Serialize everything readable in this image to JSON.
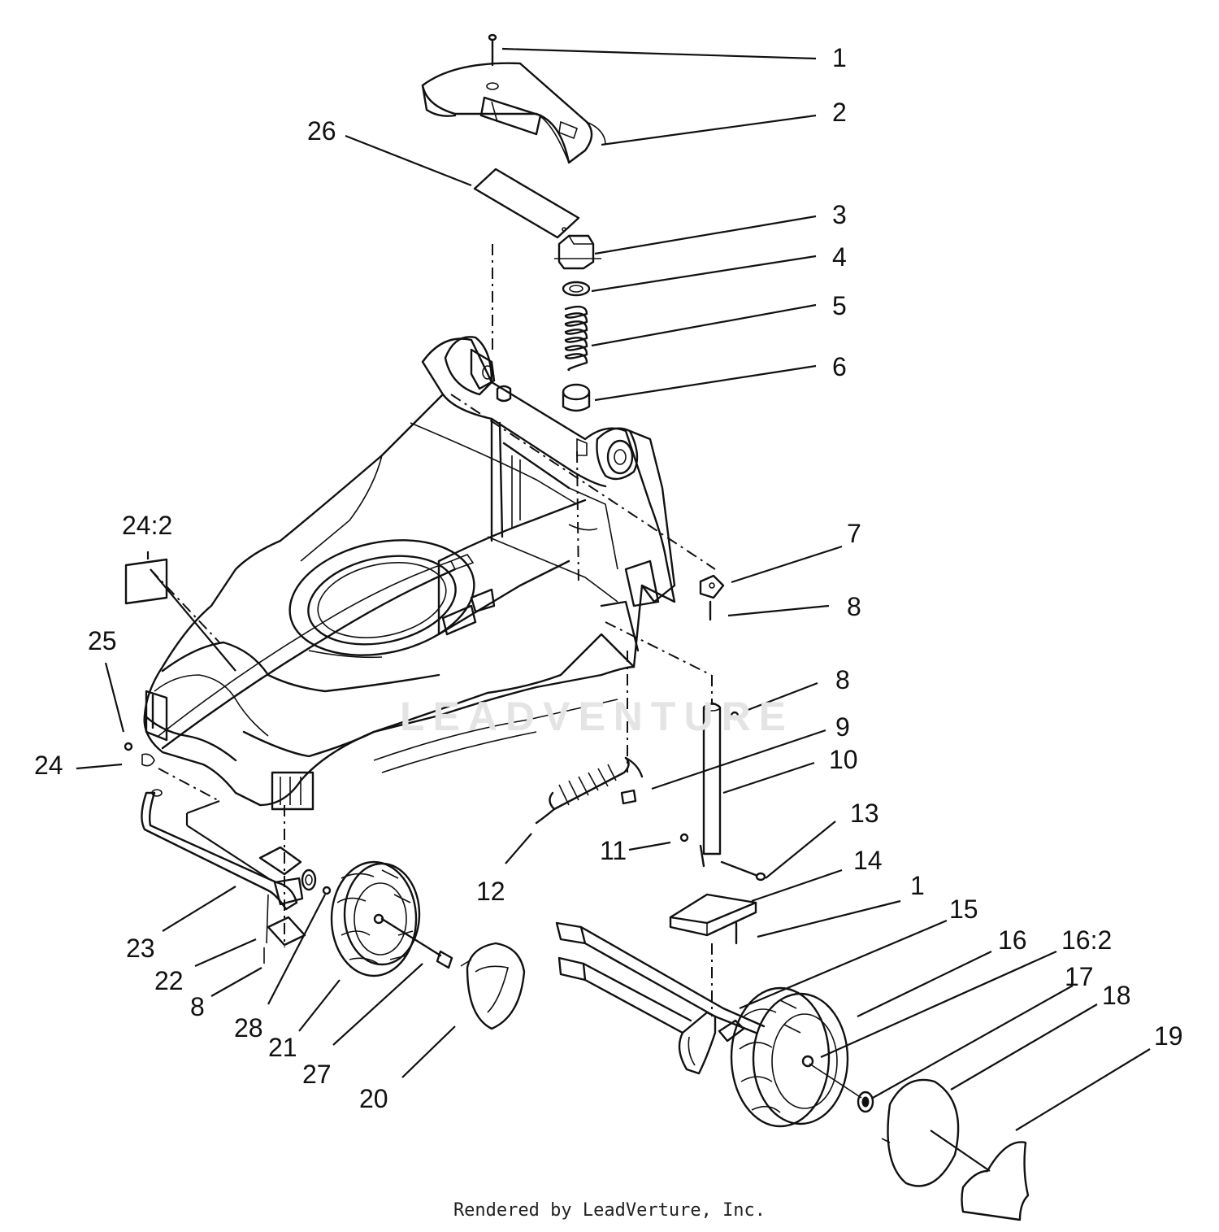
{
  "diagram": {
    "callouts": [
      {
        "id": "c1a",
        "label": "1"
      },
      {
        "id": "c2",
        "label": "2"
      },
      {
        "id": "c26",
        "label": "26"
      },
      {
        "id": "c3",
        "label": "3"
      },
      {
        "id": "c4",
        "label": "4"
      },
      {
        "id": "c5",
        "label": "5"
      },
      {
        "id": "c6",
        "label": "6"
      },
      {
        "id": "c7",
        "label": "7"
      },
      {
        "id": "c8a",
        "label": "8"
      },
      {
        "id": "c24_2",
        "label": "24:2"
      },
      {
        "id": "c25",
        "label": "25"
      },
      {
        "id": "c24",
        "label": "24"
      },
      {
        "id": "c8b",
        "label": "8"
      },
      {
        "id": "c9",
        "label": "9"
      },
      {
        "id": "c10",
        "label": "10"
      },
      {
        "id": "c13",
        "label": "13"
      },
      {
        "id": "c11",
        "label": "11"
      },
      {
        "id": "c14",
        "label": "14"
      },
      {
        "id": "c12",
        "label": "12"
      },
      {
        "id": "c1b",
        "label": "1"
      },
      {
        "id": "c15",
        "label": "15"
      },
      {
        "id": "c16",
        "label": "16"
      },
      {
        "id": "c16_2",
        "label": "16:2"
      },
      {
        "id": "c17",
        "label": "17"
      },
      {
        "id": "c18",
        "label": "18"
      },
      {
        "id": "c19",
        "label": "19"
      },
      {
        "id": "c23",
        "label": "23"
      },
      {
        "id": "c22",
        "label": "22"
      },
      {
        "id": "c8c",
        "label": "8"
      },
      {
        "id": "c28",
        "label": "28"
      },
      {
        "id": "c21",
        "label": "21"
      },
      {
        "id": "c27",
        "label": "27"
      },
      {
        "id": "c20",
        "label": "20"
      }
    ],
    "watermark": "LEADVENTURE",
    "footer": "Rendered by LeadVerture, Inc."
  }
}
